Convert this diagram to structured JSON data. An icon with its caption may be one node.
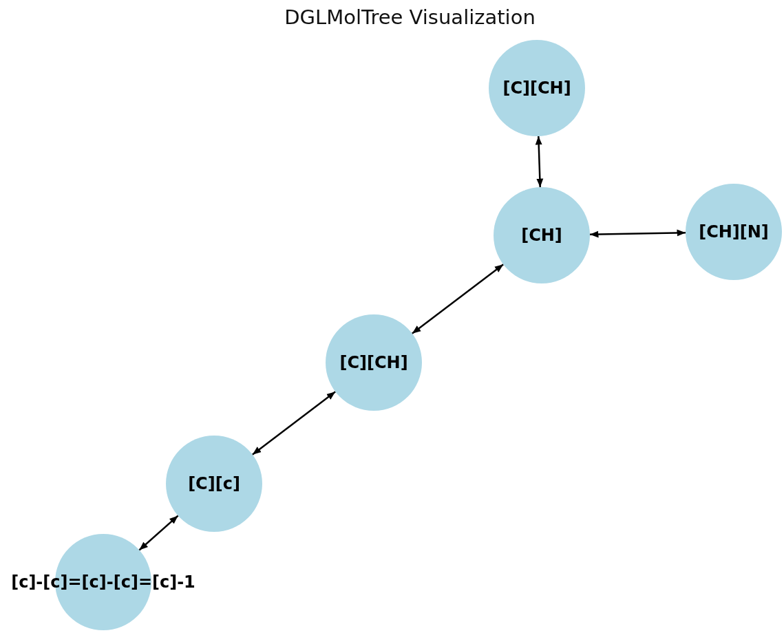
{
  "diagram": {
    "title": "DGLMolTree Visualization",
    "nodes": [
      {
        "text": [
          "[C][CH]"
        ]
      },
      {
        "text": [
          "[CH]"
        ]
      },
      {
        "text": [
          "[CH][N]"
        ]
      },
      {
        "text": [
          "[C][CH]"
        ]
      },
      {
        "text": [
          "[C][c]"
        ]
      },
      {
        "text": [
          "[c]-[c]=[c]-[c]=[c]-1"
        ]
      }
    ],
    "edges": [
      {
        "from": 0,
        "to": 1,
        "arrow": "both"
      },
      {
        "from": 1,
        "to": 2,
        "arrow": "both"
      },
      {
        "from": 1,
        "to": 3,
        "arrow": "both"
      },
      {
        "from": 3,
        "to": 4,
        "arrow": "both"
      },
      {
        "from": 4,
        "to": 5,
        "arrow": "both"
      }
    ]
  }
}
